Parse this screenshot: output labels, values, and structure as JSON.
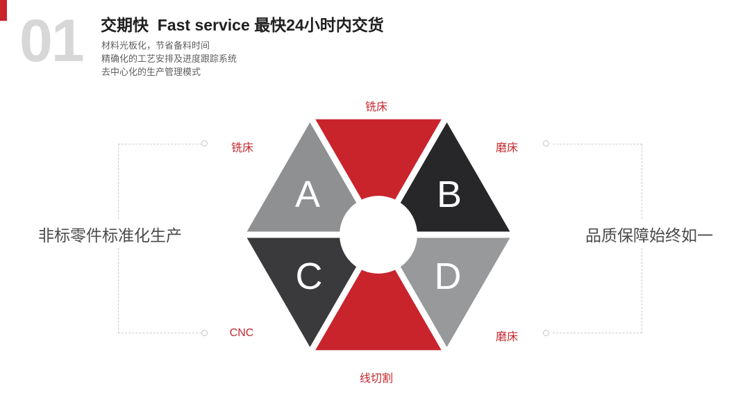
{
  "header": {
    "index": "01",
    "title": "交期快  Fast service 最快24小时内交货",
    "lines": [
      "材料光板化，节省备料时间",
      "精确化的工艺安排及进度跟踪系统",
      "去中心化的生产管理模式"
    ]
  },
  "diagram": {
    "letters": [
      "A",
      "B",
      "C",
      "D"
    ],
    "labels": {
      "top": "铣床",
      "upper_left": "铣床",
      "upper_right": "磨床",
      "lower_left": "CNC",
      "lower_right": "磨床",
      "bottom": "线切割"
    },
    "left_caption": "非标零件标准化生产",
    "right_caption": "品质保障始终如一"
  },
  "colors": {
    "red": "#c9242c",
    "gray_a": "#8f9092",
    "dark_b": "#27272a",
    "dark_c": "#3a3a3d",
    "gray_d": "#98999b",
    "label_red": "#c4262c",
    "index_gray": "#d7d7d7"
  }
}
